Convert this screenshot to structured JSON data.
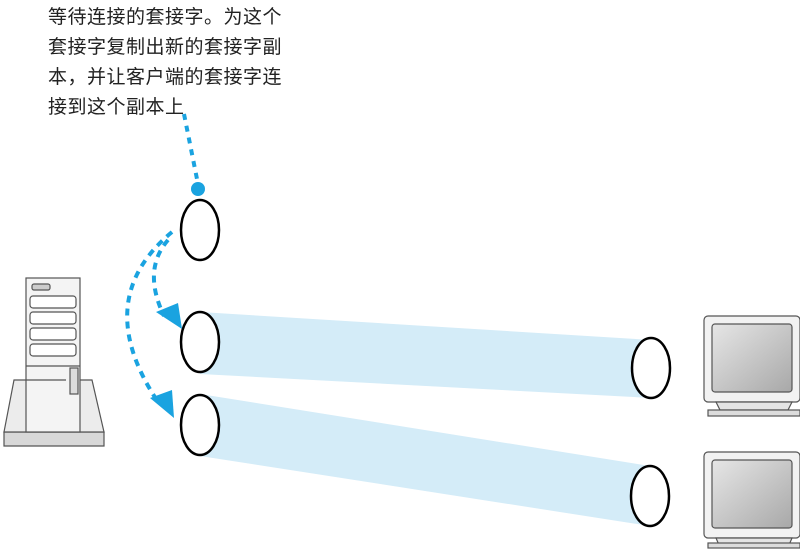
{
  "caption": {
    "lines": [
      "等待连接的套接字。为这个",
      "套接字复制出新的套接字副",
      "本，并让客户端的套接字连",
      "接到这个副本上"
    ]
  },
  "colors": {
    "accent": "#1aa3e0",
    "tunnel": "#d4ecf8",
    "socket_outline": "#000000",
    "device_body": "#f2f2f2",
    "screen": "#bcbcbc"
  },
  "icons": {
    "server": "server-tower-icon",
    "client": "desktop-monitor-icon"
  }
}
